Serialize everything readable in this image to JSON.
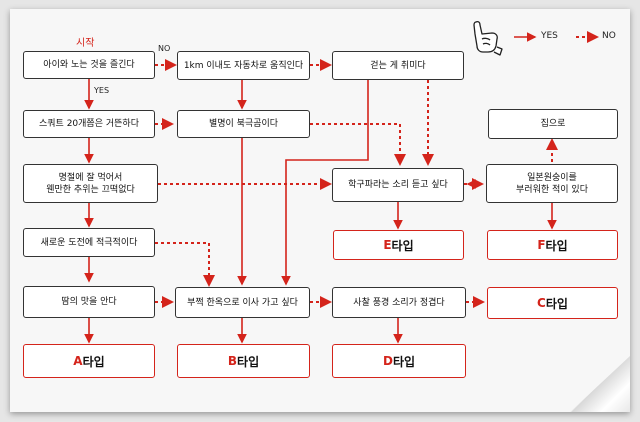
{
  "start_label": "시작",
  "branch_labels": {
    "no": "NO",
    "yes": "YES"
  },
  "legend": {
    "yes": "YES",
    "no": "NO"
  },
  "nodes": {
    "q1": "아이와 노는 것을 즐긴다",
    "q2": "1km 이내도 자동차로 움직인다",
    "q3": "걷는 게 취미다",
    "q4": "스쿼트 20개쯤은 거뜬하다",
    "q5": "별명이 북극곰이다",
    "q6": "집으로",
    "q7": "명절에 잘 먹어서\n웬만한 추위는 끄떡없다",
    "q8": "학구파라는 소리 듣고 싶다",
    "q9": "일본원숭이를\n부러워한 적이 있다",
    "q10": "새로운 도전에 적극적이다",
    "q11": "땀의 맛을 안다",
    "q12": "부쩍 한옥으로 이사 가고 싶다",
    "q13": "사찰 풍경 소리가 정겹다"
  },
  "results": {
    "A": {
      "letter": "A",
      "suffix": "타입"
    },
    "B": {
      "letter": "B",
      "suffix": "타입"
    },
    "C": {
      "letter": "C",
      "suffix": "타입"
    },
    "D": {
      "letter": "D",
      "suffix": "타입"
    },
    "E": {
      "letter": "E",
      "suffix": "타입"
    },
    "F": {
      "letter": "F",
      "suffix": "타입"
    }
  },
  "colors": {
    "arrow": "#d4241b",
    "border": "#333333"
  },
  "icons": {
    "hand": "pointing-hand-icon"
  }
}
